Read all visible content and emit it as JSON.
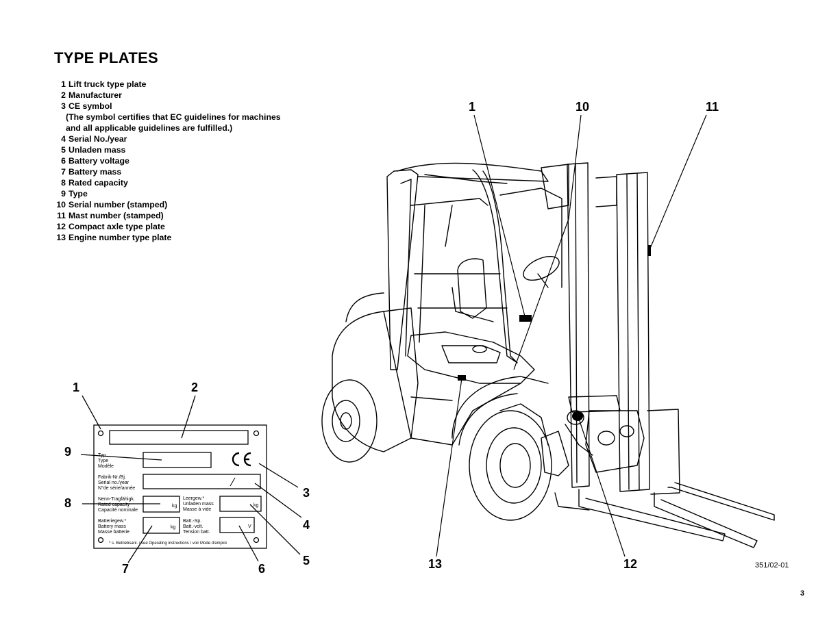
{
  "page": {
    "title": "TYPE PLATES",
    "figure_code": "351/02-01",
    "page_number": "3"
  },
  "legend": [
    {
      "num": "1",
      "text": "Lift truck type plate"
    },
    {
      "num": "2",
      "text": "Manufacturer"
    },
    {
      "num": "3",
      "text": "CE symbol"
    },
    {
      "num": "",
      "text": "(The symbol certifies that EC guidelines for machines"
    },
    {
      "num": "",
      "text": "and all applicable guidelines are fulfilled.)"
    },
    {
      "num": "4",
      "text": "Serial  No./year"
    },
    {
      "num": "5",
      "text": "Unladen mass"
    },
    {
      "num": "6",
      "text": "Battery voltage"
    },
    {
      "num": "7",
      "text": "Battery mass"
    },
    {
      "num": "8",
      "text": "Rated capacity"
    },
    {
      "num": "9",
      "text": "Type"
    },
    {
      "num": "10",
      "text": "Serial number (stamped)"
    },
    {
      "num": "11",
      "text": "Mast number (stamped)"
    },
    {
      "num": "12",
      "text": "Compact axle type plate"
    },
    {
      "num": "13",
      "text": "Engine number type plate"
    }
  ],
  "plate_callouts": [
    "1",
    "2",
    "9",
    "8",
    "3",
    "4",
    "5",
    "7",
    "6"
  ],
  "truck_callouts": [
    "1",
    "10",
    "11",
    "13",
    "12"
  ],
  "plate": {
    "type_label": [
      "Typ",
      "Type",
      "Modèle"
    ],
    "serial_label": [
      "Fabrik-Nr./Bj.",
      "Serial no./year",
      "N°de série/année"
    ],
    "capacity_label": [
      "Nenn-Tragfähigk.",
      "Rated capacity",
      "Capacité nominale"
    ],
    "unladen_label": [
      "Leergew.*",
      "Unladen mass",
      "Masse à vide"
    ],
    "battery_mass_label": [
      "Batteriegew.*",
      "Battery mass",
      "Masse batterie"
    ],
    "battery_voltage_label": [
      "Batt.-Sp.",
      "Batt.-volt.",
      "Tension batt."
    ],
    "unit_kg": "kg",
    "unit_v": "V",
    "ce_mark": "CE",
    "footnote": "* s. Betriebsanl. / see Operating instructions / voir Mode d'emploi"
  }
}
